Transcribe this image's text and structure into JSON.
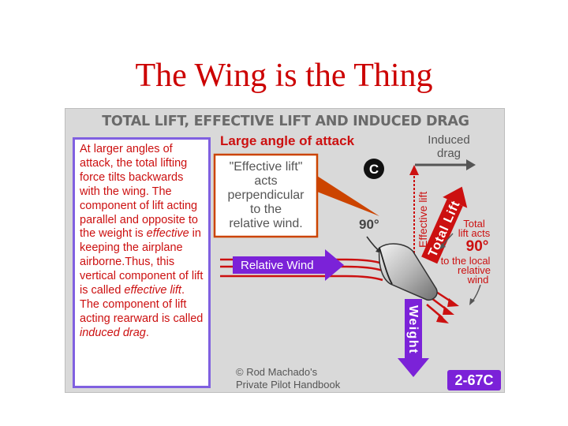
{
  "slide": {
    "title": "The Wing is the Thing"
  },
  "figure": {
    "heading": "TOTAL LIFT, EFFECTIVE LIFT AND INDUCED DRAG",
    "subheading": "Large angle of attack",
    "side_text": {
      "part1": "At larger angles of attack, the total lifting force tilts backwards with the wing. The component of lift acting parallel and opposite to the weight is ",
      "em1": "effective",
      "part2": " in keeping the airplane airborne.Thus, this vertical component of lift is called ",
      "em2": "effective lift",
      "part3": ". The component of lift acting rearward is called ",
      "em3": "induced drag",
      "part4": "."
    },
    "callout": {
      "line1": "\"Effective lift\"",
      "line2": "acts",
      "line3": "perpendicular",
      "line4": "to the",
      "line5": "relative wind."
    },
    "badge_letter": "C",
    "angle_left": "90°",
    "induced_drag_line1": "Induced",
    "induced_drag_line2": "drag",
    "effective_lift_label": "Effective lift",
    "total_lift_label": "Total Lift",
    "total_lift_note": {
      "line1": "Total",
      "line2": "lift acts",
      "line3": "90°",
      "line4": "to the local",
      "line5": "relative",
      "line6": "wind"
    },
    "relative_wind_label": "Relative Wind",
    "weight_label": "Weight",
    "credit_line1": "© Rod Machado's",
    "credit_line2": "Private Pilot Handbook",
    "figure_id": "2-67C"
  },
  "colors": {
    "title_red": "#cc0000",
    "text_red": "#cc1010",
    "purple": "#7b22d8",
    "panel_gray": "#d9d9d9"
  }
}
